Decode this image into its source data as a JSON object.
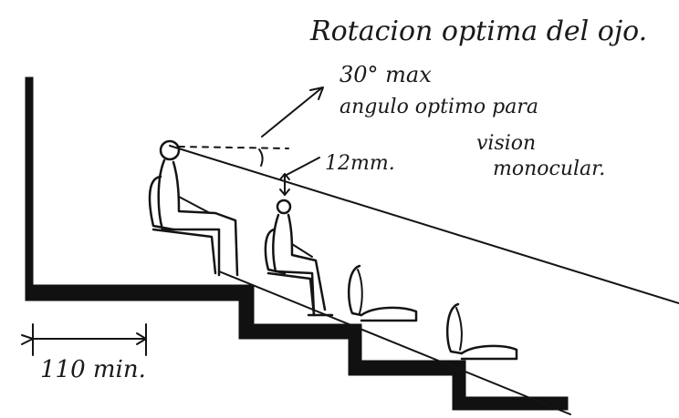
{
  "title": "Rotacion optima del ojo.",
  "annotation_angle": "30° max",
  "annotation_desc_line1": "angulo optimo para",
  "annotation_desc_line2": "vision",
  "annotation_desc_line3": "monocular.",
  "annotation_clearance": "12mm.",
  "annotation_width": "110 min.",
  "colors": {
    "ink": "#141414",
    "paper": "#ffffff"
  }
}
